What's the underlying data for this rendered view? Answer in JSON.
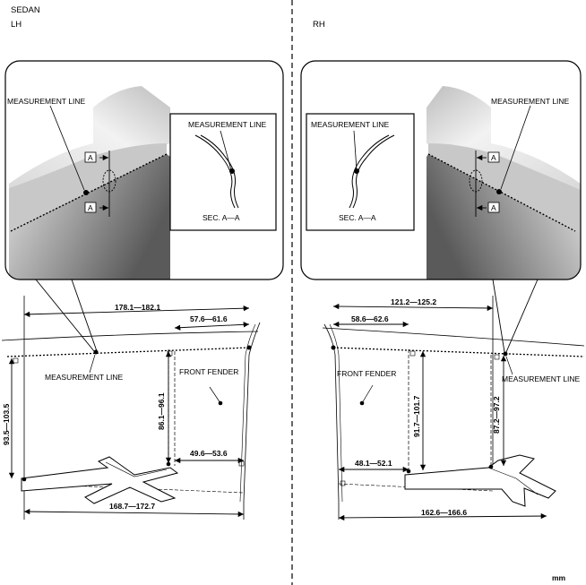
{
  "header": {
    "model": "SEDAN",
    "left_side": "LH",
    "right_side": "RH",
    "unit": "mm"
  },
  "callouts": {
    "measurement_line": "MEASUREMENT LINE",
    "section_marker": "A",
    "section_label": "SEC. A—A",
    "front_fender": "FRONT FENDER"
  },
  "lh_dimensions": {
    "top_overall": "178.1—182.1",
    "top_short": "57.6—61.6",
    "vertical_left": "93.5—103.5",
    "vertical_mid": "86.1—96.1",
    "bottom_short": "49.6—53.6",
    "bottom_overall": "168.7—172.7"
  },
  "rh_dimensions": {
    "top_overall": "121.2—125.2",
    "top_short": "58.6—62.6",
    "vertical_mid": "91.7—101.7",
    "vertical_right": "87.2—97.2",
    "bottom_short": "48.1—52.1",
    "bottom_overall": "162.6—166.6"
  }
}
